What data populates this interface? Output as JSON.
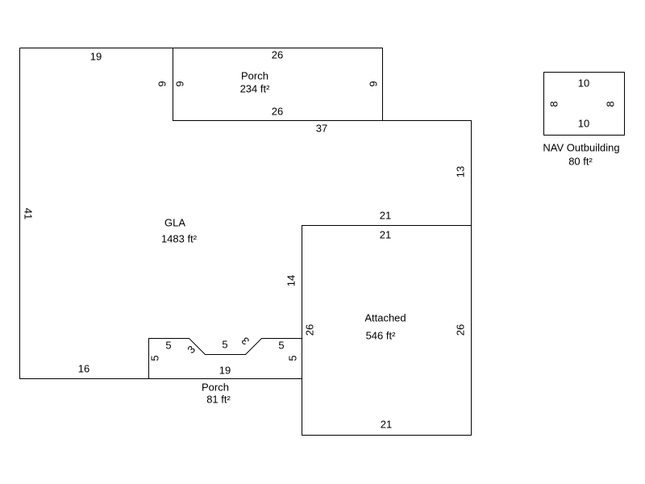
{
  "colors": {
    "line": "#000000",
    "background": "#ffffff"
  },
  "areas": {
    "gla": {
      "name": "GLA",
      "area": "1483 ft²"
    },
    "porch_top": {
      "name": "Porch",
      "area": "234 ft²"
    },
    "porch_bottom": {
      "name": "Porch",
      "area": "81 ft²"
    },
    "attached": {
      "name": "Attached",
      "area": "546 ft²"
    },
    "outbuilding": {
      "name": "NAV Outbuilding",
      "area": "80 ft²"
    }
  },
  "dimensions": {
    "gla_top": "19",
    "gla_left": "41",
    "gla_bottom": "16",
    "gla_step_top": "37",
    "gla_right_upper": "13",
    "gla_step_mid": "21",
    "gla_right_lower": "14",
    "gla_porch_side": "9",
    "porch_top_top": "26",
    "porch_top_bottom": "26",
    "porch_top_left": "9",
    "porch_top_right": "9",
    "attached_top": "21",
    "attached_left": "26",
    "attached_right": "26",
    "attached_bottom": "21",
    "porch_bottom_left": "5",
    "porch_bottom_top_left": "5",
    "porch_bottom_slant_left": "3",
    "porch_bottom_top_mid": "5",
    "porch_bottom_slant_right": "3",
    "porch_bottom_top_right": "5",
    "porch_bottom_right": "5",
    "porch_bottom_bottom": "19",
    "outbuilding_top": "10",
    "outbuilding_bottom": "10",
    "outbuilding_left": "8",
    "outbuilding_right": "8"
  }
}
